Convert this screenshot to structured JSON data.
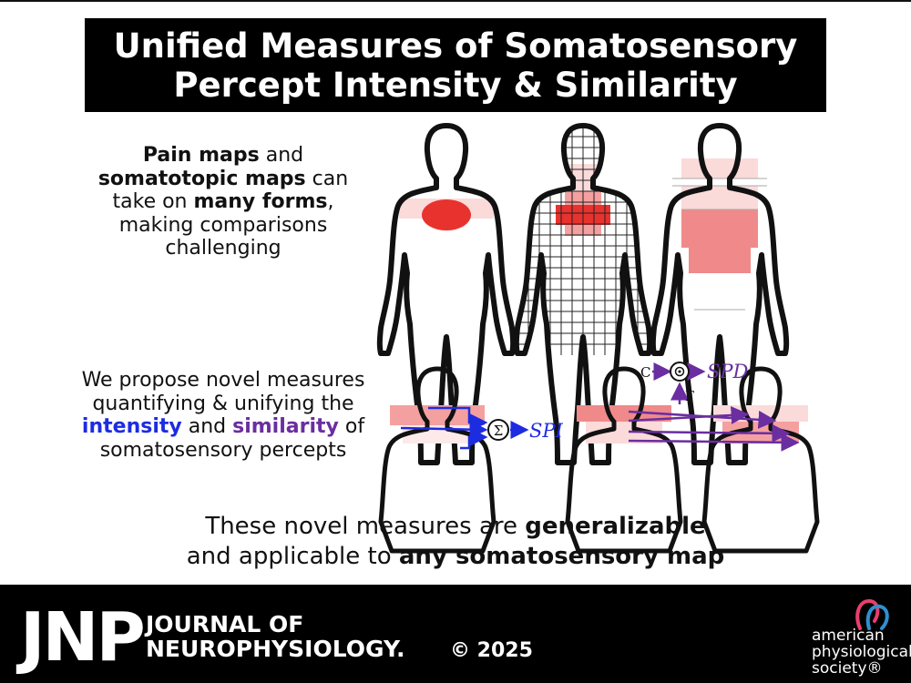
{
  "title": {
    "line1": "Unified Measures of Somatosensory",
    "line2": "Percept Intensity & Similarity"
  },
  "intro": {
    "p1": "Pain maps",
    "p2": " and ",
    "p3": "somatotopic maps",
    "p4": " can take on ",
    "p5": "many forms",
    "p6": ", making comparisons challenging"
  },
  "proposal": {
    "p1": "We propose novel measures quantifying & unifying the ",
    "p2": "intensity",
    "p3": " and ",
    "p4": "similarity",
    "p5": " of somatosensory percepts"
  },
  "diagram": {
    "sigma": "Σ",
    "spi_label": "SPI",
    "spd_label": "SPD",
    "c_label": "C",
    "gamma_label": "Γ"
  },
  "conclusion": {
    "p1": "These novel measures are ",
    "p2": "generalizable",
    "p3": " and applicable to ",
    "p4": "any somatosensory map"
  },
  "footer": {
    "jnp": "JNP",
    "journal_line1": "JOURNAL OF",
    "journal_line2": "NEUROPHYSIOLOGY.",
    "copyright": "© 2025",
    "aps_line1": "american",
    "aps_line2": "physiological",
    "aps_line3": "society®"
  },
  "colors": {
    "spi_blue": "#1d2ce0",
    "spd_purple": "#6a2ea0",
    "pain_red": "#e8322e",
    "pain_pink": "#f4a0a0",
    "pain_light": "#fbdada"
  }
}
